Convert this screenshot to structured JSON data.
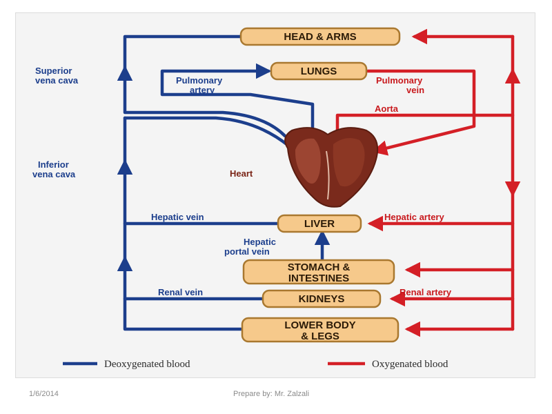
{
  "diagram": {
    "organs": {
      "head_arms": "HEAD & ARMS",
      "lungs": "LUNGS",
      "liver": "LIVER",
      "stomach_line1": "STOMACH &",
      "stomach_line2": "INTESTINES",
      "kidneys": "KIDNEYS",
      "lower_line1": "LOWER BODY",
      "lower_line2": "& LEGS"
    },
    "vessels": {
      "superior_vena_cava_1": "Superior",
      "superior_vena_cava_2": "vena cava",
      "inferior_vena_cava_1": "Inferior",
      "inferior_vena_cava_2": "vena cava",
      "pulmonary_artery_1": "Pulmonary",
      "pulmonary_artery_2": "artery",
      "pulmonary_vein_1": "Pulmonary",
      "pulmonary_vein_2": "vein",
      "aorta": "Aorta",
      "hepatic_vein": "Hepatic vein",
      "hepatic_artery": "Hepatic artery",
      "hepatic_portal_vein_1": "Hepatic",
      "hepatic_portal_vein_2": "portal vein",
      "renal_vein": "Renal vein",
      "renal_artery": "Renal artery"
    },
    "heart_label": "Heart",
    "legend": {
      "deoxygenated": "Deoxygenated blood",
      "oxygenated": "Oxygenated blood"
    },
    "colors": {
      "deoxygenated": "#1c3e8c",
      "oxygenated": "#d41f26",
      "organ_fill": "#f6c98b",
      "heart": "#7a2a1c"
    }
  },
  "footer": {
    "date": "1/6/2014",
    "credit": "Prepare by:  Mr. Zalzali"
  }
}
